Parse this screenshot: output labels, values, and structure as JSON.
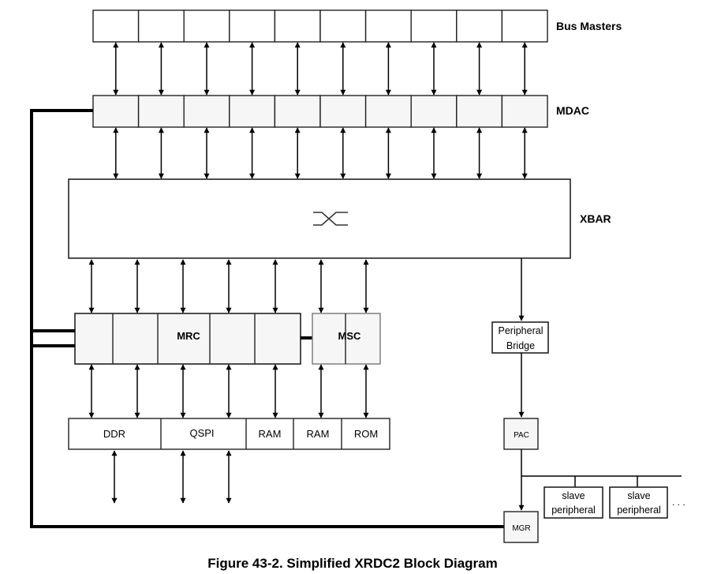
{
  "diagram": {
    "caption": "Figure 43-2. Simplified XRDC2 Block Diagram",
    "blocks": {
      "bus_masters": {
        "label": "Bus Masters",
        "cells": 10
      },
      "mdac": {
        "label": "MDAC",
        "cells": 10
      },
      "xbar": {
        "label": "XBAR",
        "symbol": "crossbar-icon"
      },
      "mrc": {
        "label": "MRC",
        "cells": 5
      },
      "msc": {
        "label": "MSC",
        "cells": 2
      },
      "memories": [
        "DDR",
        "QSPI",
        "RAM",
        "RAM",
        "ROM"
      ],
      "peripheral_bridge": {
        "line1": "Peripheral",
        "line2": "Bridge"
      },
      "pac": {
        "label": "PAC"
      },
      "mgr": {
        "label": "MGR"
      },
      "slave_peripherals": [
        {
          "line1": "slave",
          "line2": "peripheral"
        },
        {
          "line1": "slave",
          "line2": "peripheral"
        }
      ],
      "ellipsis": ". . ."
    },
    "colors": {
      "stroke": "#222222",
      "fill_white": "#ffffff",
      "fill_light": "#f6f6f6",
      "msc_stroke": "#777777"
    }
  }
}
